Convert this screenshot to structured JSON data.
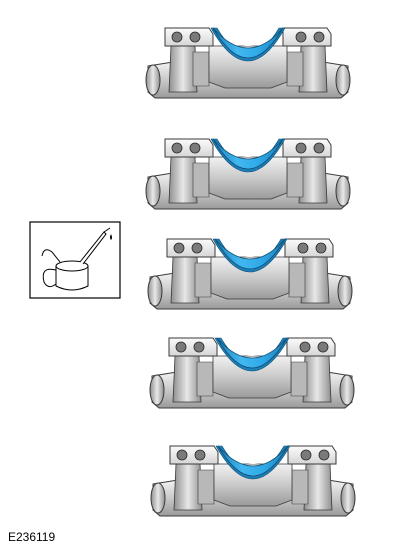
{
  "figure": {
    "id_label": "E236119",
    "parts": [
      {
        "name": "bearing-cap-1",
        "shell_color": "#2fa9e8"
      },
      {
        "name": "bearing-cap-2",
        "shell_color": "#2fa9e8"
      },
      {
        "name": "bearing-cap-3",
        "shell_color": "#2fa9e8"
      },
      {
        "name": "bearing-cap-4",
        "shell_color": "#2fa9e8"
      },
      {
        "name": "bearing-cap-5",
        "shell_color": "#2fa9e8"
      }
    ],
    "callout_icon": "oil-can-icon",
    "colors": {
      "metal_light": "#e6e6e6",
      "metal_mid": "#bdbdbd",
      "metal_dark": "#8a8a8a",
      "outline": "#3a3a3a",
      "shell": "#2fa9e8",
      "shell_light": "#7fd0f7",
      "shell_dark": "#1c7fb8"
    }
  }
}
